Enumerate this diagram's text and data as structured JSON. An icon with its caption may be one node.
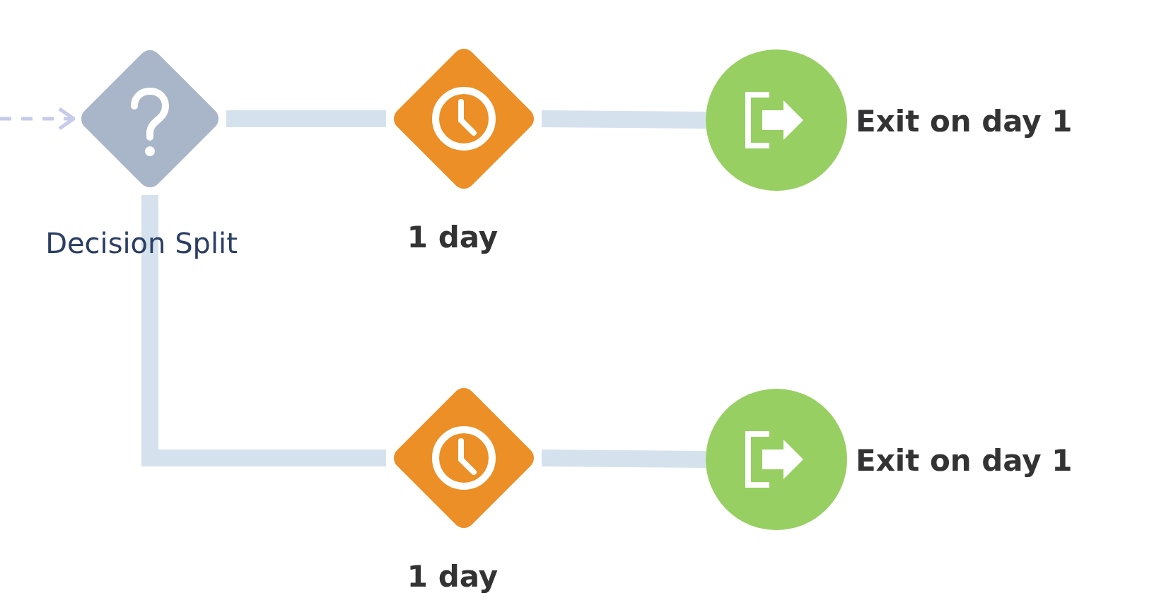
{
  "diagram": {
    "nodes": [
      {
        "text": [
          "Decision Split"
        ]
      },
      {
        "text": [
          "1 day"
        ]
      },
      {
        "text": [
          "Exit on day 1"
        ]
      },
      {
        "text": [
          "1 day"
        ]
      },
      {
        "text": [
          "Exit on day 1"
        ]
      }
    ],
    "edges": [
      {
        "from": null,
        "to": 0,
        "arrow": "to",
        "style": "dashed",
        "color": "#c5cbe8"
      },
      {
        "from": 0,
        "to": 1,
        "arrow": "none"
      },
      {
        "from": 1,
        "to": 2,
        "arrow": "none"
      },
      {
        "from": 0,
        "to": 3,
        "arrow": "none"
      },
      {
        "from": 3,
        "to": 4,
        "arrow": "none"
      }
    ]
  }
}
